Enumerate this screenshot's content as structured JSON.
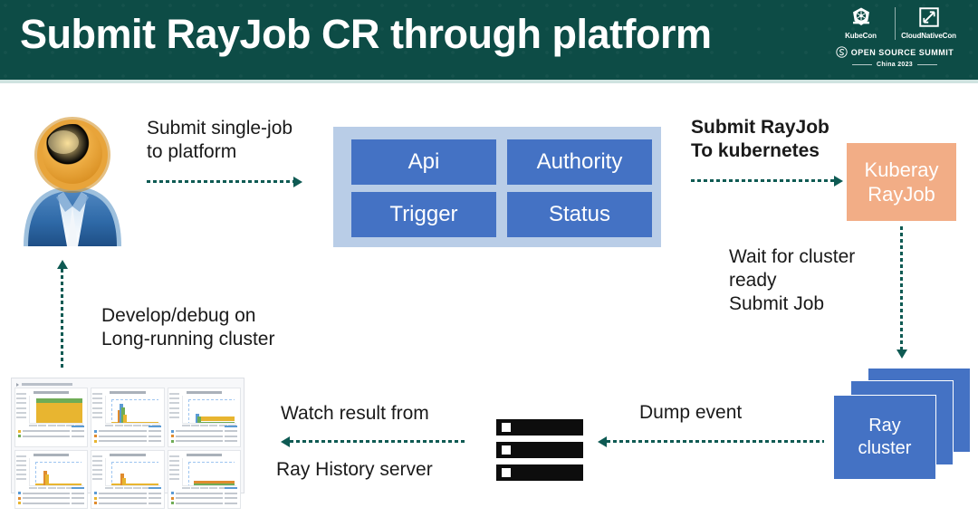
{
  "header": {
    "title": "Submit RayJob CR through platform",
    "bg_color": "#0d4c46",
    "rule_color": "#cfe3e0",
    "logos": {
      "kubecon_label": "KubeCon",
      "cloudnativecon_label": "CloudNativeCon",
      "summit_label": "OPEN SOURCE SUMMIT",
      "summit_year": "China 2023"
    }
  },
  "diagram": {
    "avatar_name": "user-avatar",
    "platform": {
      "bg_color": "#b9cde7",
      "tile_color": "#4472c4",
      "tiles": [
        {
          "id": "api",
          "label": "Api"
        },
        {
          "id": "authority",
          "label": "Authority"
        },
        {
          "id": "trigger",
          "label": "Trigger"
        },
        {
          "id": "status",
          "label": "Status"
        }
      ]
    },
    "kuberay": {
      "line1": "Kuberay",
      "line2": "RayJob",
      "bg_color": "#f2ad86"
    },
    "ray_cluster": {
      "line1": "Ray",
      "line2": "cluster",
      "bg_color": "#4472c4",
      "stack_count": 3
    },
    "history_server_icon": "server-rack-icon",
    "labels": {
      "submit_single_job": "Submit single-job\nto platform",
      "submit_rayjob": "Submit RayJob\nTo kubernetes",
      "wait_for_cluster": "Wait for cluster\nready\nSubmit Job",
      "develop_debug": "Develop/debug on\nLong-running cluster",
      "watch_result": "Watch result from",
      "ray_history_server": "Ray History server",
      "dump_event": "Dump event"
    },
    "arrow_color": "#0e5a53",
    "arrows": [
      {
        "id": "user-to-platform",
        "direction": "right"
      },
      {
        "id": "platform-to-kuberay",
        "direction": "right"
      },
      {
        "id": "kuberay-to-raycluster",
        "direction": "down"
      },
      {
        "id": "raycluster-to-historyserver",
        "direction": "left"
      },
      {
        "id": "historyserver-to-dashboard",
        "direction": "left"
      },
      {
        "id": "dashboard-to-user",
        "direction": "up"
      }
    ]
  },
  "dashboard": {
    "title_bar_label": "Hardware Utilization",
    "panels": [
      {
        "id": "node-count",
        "variant": "filled-area"
      },
      {
        "id": "node-cpu-utilization",
        "variant": "spike"
      },
      {
        "id": "node-memory-usage",
        "variant": "spike-band"
      },
      {
        "id": "node-gpu-utilization",
        "variant": "spike"
      },
      {
        "id": "node-gpu-memory",
        "variant": "spike"
      },
      {
        "id": "node-disk",
        "variant": "flat-band"
      }
    ]
  }
}
